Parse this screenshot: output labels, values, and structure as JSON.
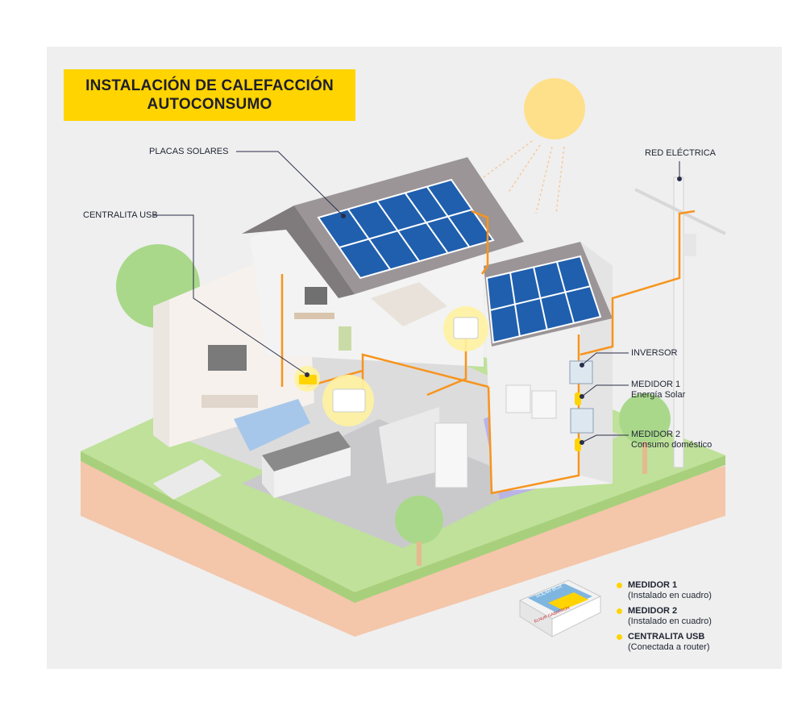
{
  "title": {
    "line1": "INSTALACIÓN DE CALEFACCIÓN",
    "line2": "AUTOCONSUMO"
  },
  "labels": {
    "placas_solares": "PLACAS SOLARES",
    "centralita_usb": "CENTRALITA USB",
    "red_electrica": "RED ELÉCTRICA",
    "inversor": "INVERSOR",
    "medidor1_title": "MEDIDOR 1",
    "medidor1_sub": "Energía Solar",
    "medidor2_title": "MEDIDOR 2",
    "medidor2_sub": "Consumo doméstico"
  },
  "legend": [
    {
      "title": "MEDIDOR 1",
      "subtitle": "(Instalado en cuadro)"
    },
    {
      "title": "MEDIDOR 2",
      "subtitle": "(Instalado en cuadro)"
    },
    {
      "title": "CENTRALITA USB",
      "subtitle": "(Conectada a router)"
    }
  ],
  "product_box": {
    "brand": "ELNUR GABARRON",
    "name": "SOLAR BOX"
  },
  "colors": {
    "accent_yellow": "#ffd400",
    "cable_orange": "#f7941d",
    "panel_blue": "#1f5fae",
    "roof_gray": "#8f8a8c",
    "grass_green": "#b8dc8e",
    "soil_pink": "#f3c3a8"
  }
}
